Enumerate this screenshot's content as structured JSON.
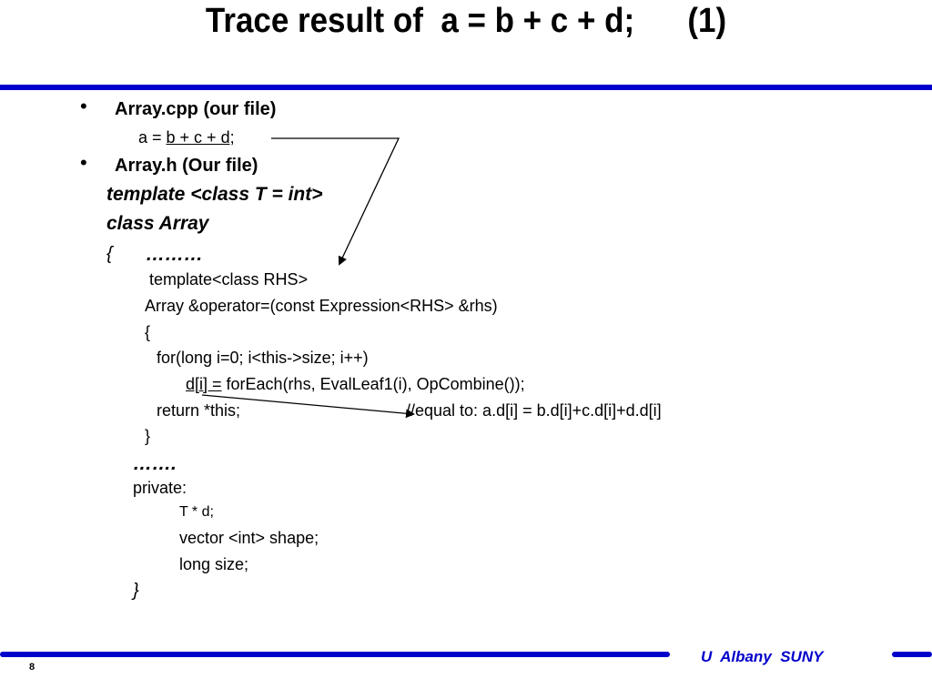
{
  "slide": {
    "title": "Trace result of  a = b + c + d;      (1)",
    "bullet_char": "•",
    "bullets": [
      {
        "heading": "Array.cpp (our file)"
      },
      {
        "heading": "Array.h (Our file)"
      }
    ],
    "cpp_line": {
      "prefix": "a = ",
      "underlined": "b + c + d;"
    },
    "code": {
      "template_line": "template <class T = int>",
      "class_line": "class Array",
      "brace_open": "{",
      "dots1": "………",
      "template_rhs": "template<class RHS>",
      "operator_line": "Array &operator=(const Expression<RHS> &rhs)",
      "inner_brace_open": "{",
      "for_line": "for(long i=0; i<this->size; i++)",
      "assign_underlined": "d[i] =",
      "assign_rest": " forEach(rhs, EvalLeaf1(i), OpCombine());",
      "return_line": "return *this;",
      "comment": "//equal to: a.d[i] = b.d[i]+c.d[i]+d.d[i]",
      "inner_brace_close": "}",
      "dots2": "…….",
      "private_label": "private:",
      "member1": "T * d;",
      "member2": "vector <int> shape;",
      "member3": "long size;",
      "brace_close": "}"
    },
    "footer": "U  Albany  SUNY",
    "page_number": "8"
  },
  "colors": {
    "accent": "#0000cc",
    "text": "#000000",
    "background": "#ffffff"
  }
}
